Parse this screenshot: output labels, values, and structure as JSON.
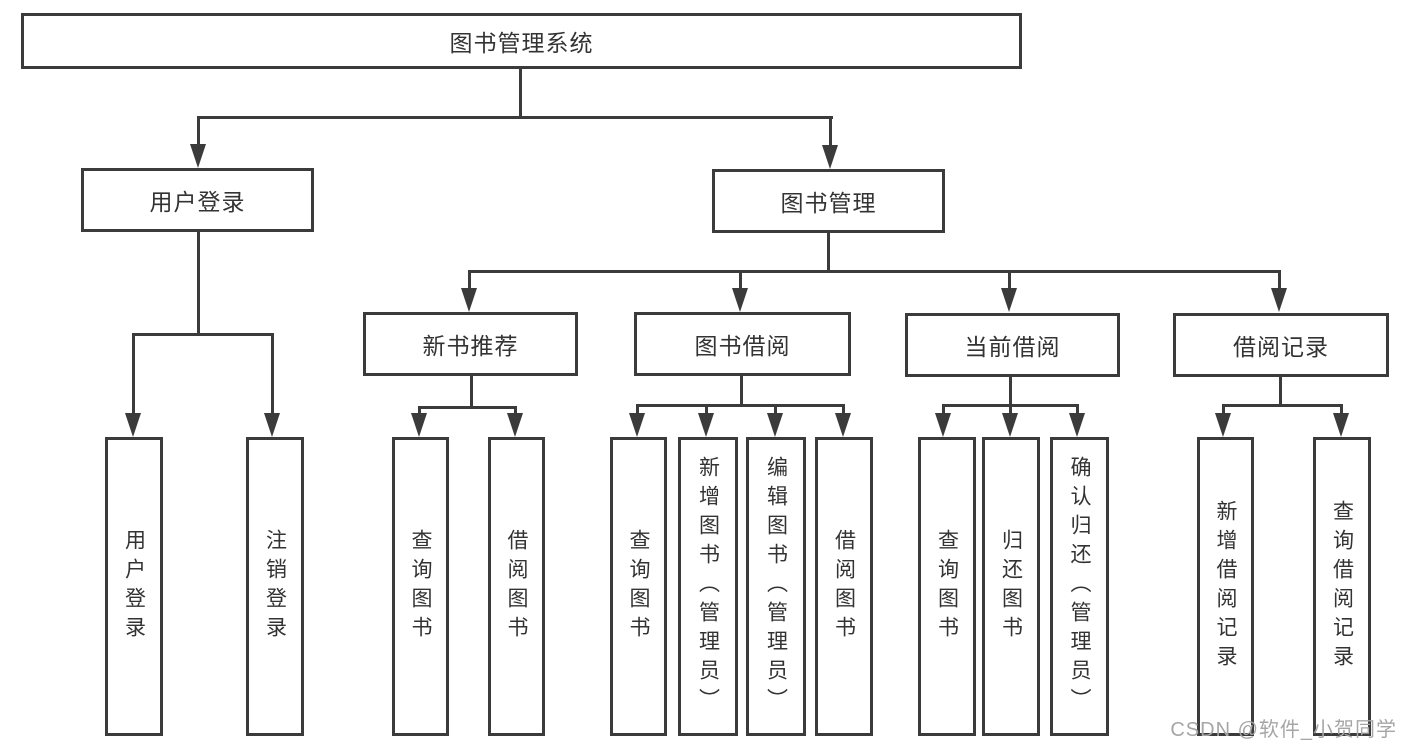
{
  "colors": {
    "line": "#3b3b3b",
    "text": "#333333",
    "box_bg": "#ffffff",
    "watermark": "#a6a6a6",
    "page_bg": "#ffffff"
  },
  "watermark": {
    "text": "CSDN @软件_小贺同学"
  },
  "tree": {
    "root": {
      "label": "图书管理系统"
    },
    "level2": [
      {
        "label": "用户登录",
        "parent": "图书管理系统"
      },
      {
        "label": "图书管理",
        "parent": "图书管理系统"
      }
    ],
    "level3": [
      {
        "label": "新书推荐",
        "parent": "图书管理"
      },
      {
        "label": "图书借阅",
        "parent": "图书管理"
      },
      {
        "label": "当前借阅",
        "parent": "图书管理"
      },
      {
        "label": "借阅记录",
        "parent": "图书管理"
      }
    ],
    "leaves": [
      {
        "label": "用户登录",
        "parent": "用户登录"
      },
      {
        "label": "注销登录",
        "parent": "用户登录"
      },
      {
        "label": "查询图书",
        "parent": "新书推荐"
      },
      {
        "label": "借阅图书",
        "parent": "新书推荐"
      },
      {
        "label": "查询图书",
        "parent": "图书借阅"
      },
      {
        "label": "新增图书（管理员）",
        "parent": "图书借阅"
      },
      {
        "label": "编辑图书（管理员）",
        "parent": "图书借阅"
      },
      {
        "label": "借阅图书",
        "parent": "图书借阅"
      },
      {
        "label": "查询图书",
        "parent": "当前借阅"
      },
      {
        "label": "归还图书",
        "parent": "当前借阅"
      },
      {
        "label": "确认归还（管理员）",
        "parent": "当前借阅"
      },
      {
        "label": "新增借阅记录",
        "parent": "借阅记录"
      },
      {
        "label": "查询借阅记录",
        "parent": "借阅记录"
      }
    ]
  }
}
